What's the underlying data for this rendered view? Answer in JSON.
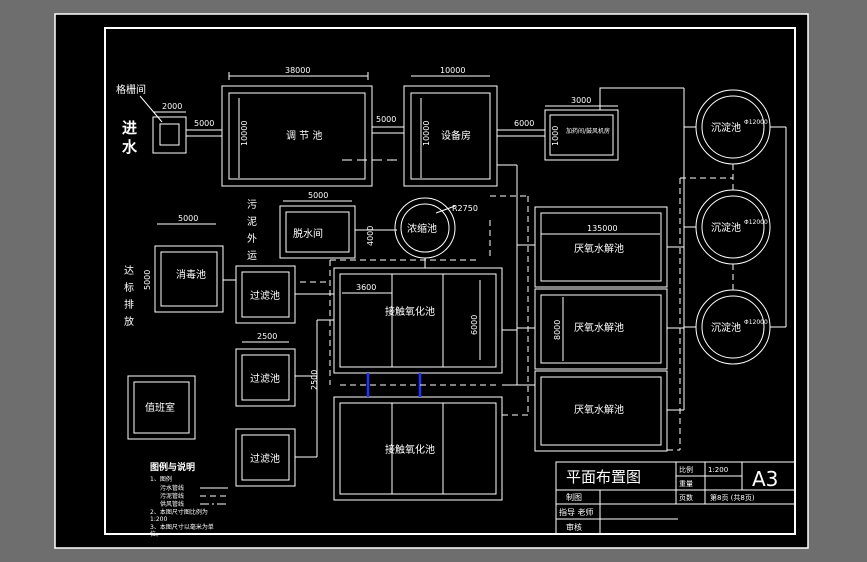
{
  "inlet": {
    "label_1": "进",
    "label_2": "水"
  },
  "screen": {
    "label": "格栅间",
    "dim_width": "2000",
    "dim_pipe": "5000"
  },
  "regulation_tank": {
    "label": "调 节 池",
    "dim_width": "38000",
    "dim_height": "10000",
    "dim_pipe": "5000"
  },
  "equipment_room": {
    "label": "设备房",
    "dim_width": "10000",
    "dim_height": "10000",
    "dim_pipe": "6000"
  },
  "small_room": {
    "label": "加药间/鼓风机房",
    "dim_width": "3000",
    "dim_height": "1000"
  },
  "sludge_label": {
    "c1": "污",
    "c2": "泥",
    "c3": "外",
    "c4": "运"
  },
  "dewater_room": {
    "label": "脱水间",
    "dim_width": "5000",
    "dim_height": "4000"
  },
  "thickener": {
    "label": "浓缩池",
    "dim_radius": "R2750"
  },
  "anaerobic_tanks": {
    "label": "厌氧水解池",
    "dim_width": "135000",
    "dim_height": "8000"
  },
  "sedimentation_tanks": {
    "label": "沉淀池",
    "sub_label": "Φ12000"
  },
  "discharge_label": {
    "c1": "达",
    "c2": "标",
    "c3": "排",
    "c4": "放"
  },
  "disinfection_tank": {
    "label": "消毒池",
    "dim_width": "5000",
    "dim_height": "5000"
  },
  "filter_tanks": {
    "label": "过滤池",
    "dim_width": "2500",
    "dim_height": "2500"
  },
  "contact_oxidation": {
    "label": "接触氧化池",
    "dim_width": "3600",
    "dim_height": "6000"
  },
  "duty_room": {
    "label": "值班室"
  },
  "legend": {
    "title": "图例与说明",
    "line1": "1、图例",
    "item_sewage": "污水管线",
    "item_sludge": "污泥管线",
    "item_air": "供风管线",
    "line2": "2、本图尺寸图比例为",
    "line2b": "1:200",
    "line3": "3、本图尺寸以毫米为单",
    "line3b": "位。"
  },
  "title_block": {
    "title": "平面布置图",
    "scale_label": "比例",
    "scale_value": "1:200",
    "sheet_size": "A3",
    "weight_label": "重量",
    "drawn_label": "制图",
    "sheet_label": "页数",
    "sheet_value": "第8页  (共8页)",
    "advisor_label": "指导 老师",
    "review_label": "审核"
  }
}
